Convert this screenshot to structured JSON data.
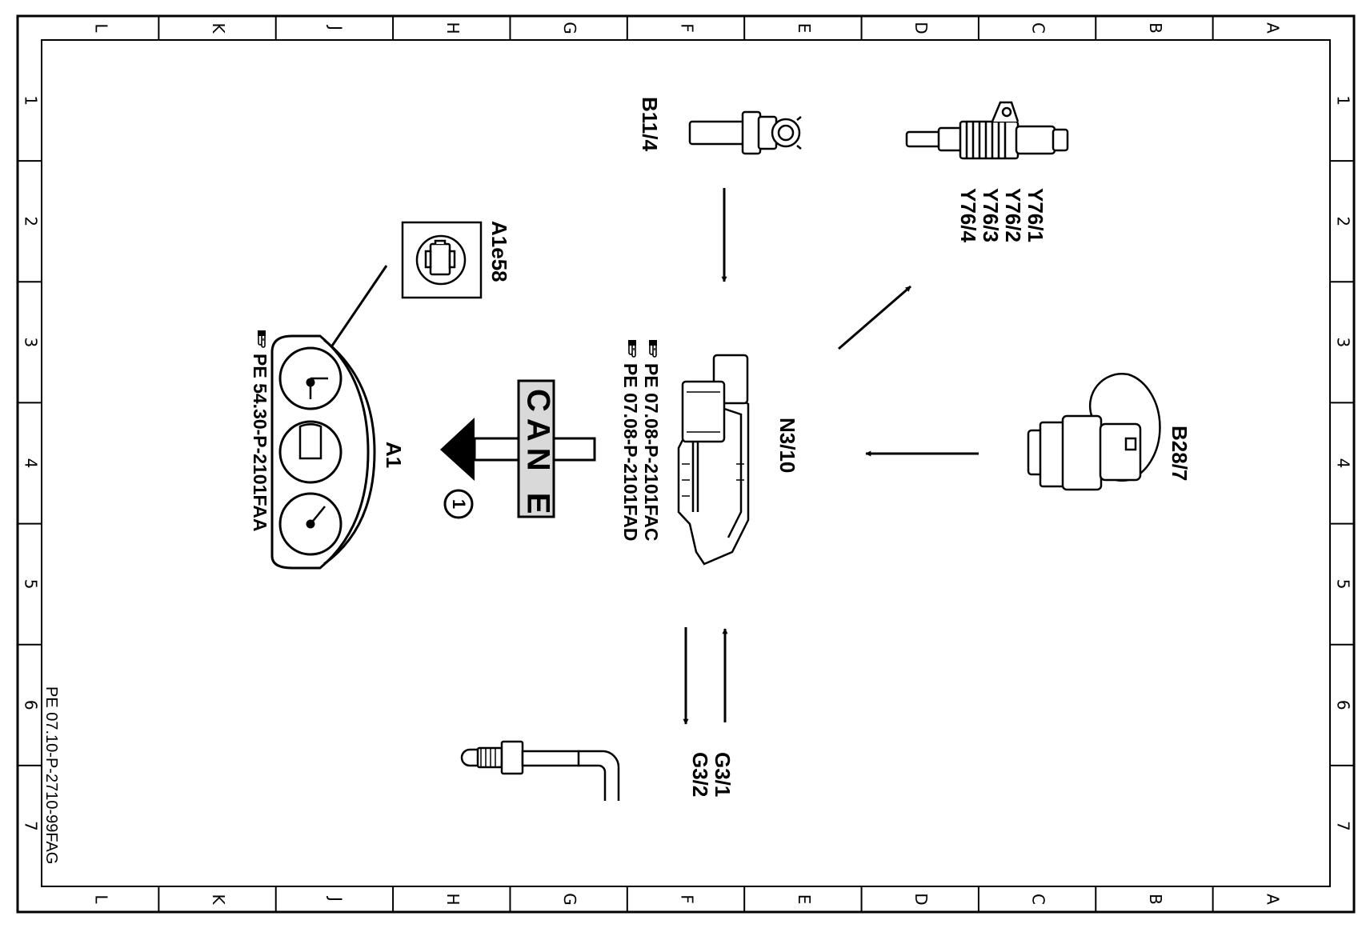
{
  "diagram_id": "PE 07.10-P-2710-99FAG",
  "frame": {
    "columns": [
      "L",
      "K",
      "J",
      "H",
      "G",
      "F",
      "E",
      "D",
      "C",
      "B",
      "A"
    ],
    "rows": [
      "1",
      "2",
      "3",
      "4",
      "5",
      "6",
      "7"
    ]
  },
  "components": {
    "b11_4": "B11/4",
    "y76": [
      "Y76/1",
      "Y76/2",
      "Y76/3",
      "Y76/4"
    ],
    "a1e58": "A1e58",
    "n3_10": "N3/10",
    "b28_7": "B28/7",
    "a1": "A1",
    "g3": [
      "G3/1",
      "G3/2"
    ]
  },
  "bus": {
    "label": "CAN E",
    "marker": "1"
  },
  "references": {
    "n3_10": [
      "PE 07.08-P-2101FAC",
      "PE 07.08-P-2101FAD"
    ],
    "a1": [
      "PE 54.30-P-2101FAA"
    ]
  },
  "colors": {
    "line": "#000000",
    "background": "#ffffff",
    "bus_fill": "#d9d9d9"
  },
  "icons": [
    "pointing-hand-icon",
    "check-engine-icon"
  ]
}
